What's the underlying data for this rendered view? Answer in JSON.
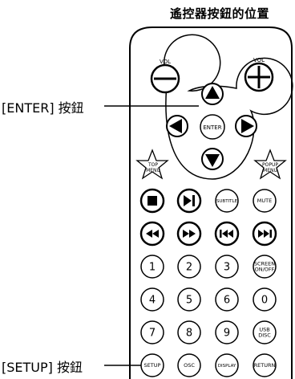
{
  "title": "遙控器按鈕的位置",
  "callouts": {
    "enter": "[ENTER] 按鈕",
    "setup": "[SETUP] 按鈕"
  },
  "vol_labels": {
    "left": "VOL",
    "right": "VOL"
  },
  "center_button": "ENTER",
  "star_buttons": {
    "top_menu": [
      "TOP",
      "MENU"
    ],
    "popup_menu": [
      "POPUP",
      "MENU"
    ]
  },
  "grid_rows": [
    [
      {
        "type": "icon",
        "icon": "stop-icon",
        "label": ""
      },
      {
        "type": "icon",
        "icon": "play-pause-icon",
        "label": ""
      },
      {
        "type": "text",
        "lines": [
          "SUBTITLE"
        ]
      },
      {
        "type": "text",
        "lines": [
          "MUTE"
        ]
      }
    ],
    [
      {
        "type": "icon",
        "icon": "rewind-icon",
        "label": ""
      },
      {
        "type": "icon",
        "icon": "fast-forward-icon",
        "label": ""
      },
      {
        "type": "icon",
        "icon": "previous-icon",
        "label": ""
      },
      {
        "type": "icon",
        "icon": "next-icon",
        "label": ""
      }
    ],
    [
      {
        "type": "digit",
        "lines": [
          "1"
        ]
      },
      {
        "type": "digit",
        "lines": [
          "2"
        ]
      },
      {
        "type": "digit",
        "lines": [
          "3"
        ]
      },
      {
        "type": "text",
        "lines": [
          "SCREEN",
          "ON/OFF"
        ]
      }
    ],
    [
      {
        "type": "digit",
        "lines": [
          "4"
        ]
      },
      {
        "type": "digit",
        "lines": [
          "5"
        ]
      },
      {
        "type": "digit",
        "lines": [
          "6"
        ]
      },
      {
        "type": "digit",
        "lines": [
          "0"
        ]
      }
    ],
    [
      {
        "type": "digit",
        "lines": [
          "7"
        ]
      },
      {
        "type": "digit",
        "lines": [
          "8"
        ]
      },
      {
        "type": "digit",
        "lines": [
          "9"
        ]
      },
      {
        "type": "text",
        "lines": [
          "USB",
          "DISC"
        ]
      }
    ],
    [
      {
        "type": "text",
        "lines": [
          "SETUP"
        ]
      },
      {
        "type": "text",
        "lines": [
          "OSC"
        ]
      },
      {
        "type": "text",
        "lines": [
          "DISPLAY"
        ]
      },
      {
        "type": "text",
        "lines": [
          "RETURN"
        ]
      }
    ]
  ]
}
